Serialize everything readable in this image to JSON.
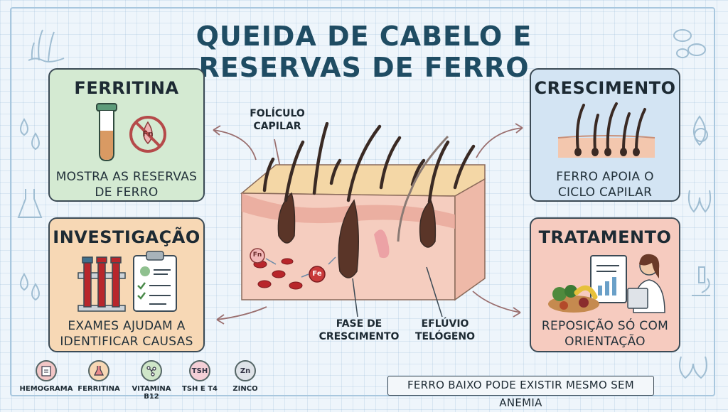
{
  "title": {
    "line1": "QUEIDA DE CABELO E",
    "line2": "RESERVAS DE FERRO"
  },
  "cards": {
    "ferritina": {
      "heading": "FERRITINA",
      "desc_line1": "MOSTRA AS RESERVAS",
      "desc_line2": "DE FERRO",
      "icon_text": "Fn",
      "bg": "#d4ead2"
    },
    "crescimento": {
      "heading": "CRESCIMENTO",
      "desc_line1": "FERRO APOIA O",
      "desc_line2": "CICLO CAPILAR",
      "bg": "#d3e4f3"
    },
    "investigacao": {
      "heading": "INVESTIGAÇÃO",
      "desc_line1": "EXAMES AJUDAM A",
      "desc_line2": "IDENTIFICAR CAUSAS",
      "bg": "#f7d8b5"
    },
    "tratamento": {
      "heading": "TRATAMENTO",
      "desc_line1": "REPOSIÇÃO SÓ COM",
      "desc_line2": "ORIENTAÇÃO",
      "bg": "#f6cbbf"
    }
  },
  "diagram": {
    "folicle_line1": "FOLÍCULO",
    "folicle_line2": "CAPILAR",
    "growth_line1": "FASE DE",
    "growth_line2": "CRESCIMENTO",
    "telogen_line1": "EFLÚVIO",
    "telogen_line2": "TELÓGENO",
    "cell_fn": "Fn",
    "cell_fe": "Fe"
  },
  "tests": [
    {
      "label": "HEMOGRAMA",
      "icon": "clipboard-icon",
      "color": "#f2c6c6"
    },
    {
      "label": "FERRITINA",
      "icon": "flask-icon",
      "color": "#f7d8b5"
    },
    {
      "label": "VITAMINA B12",
      "icon": "molecule-icon",
      "color": "#cfe6c8"
    },
    {
      "label": "TSH E T4",
      "icon": "TSH",
      "color": "#f4cfd6"
    },
    {
      "label": "ZINCO",
      "icon": "Zn",
      "color": "#dfe3e8"
    }
  ],
  "note": "FERRO BAIXO PODE EXISTIR MESMO SEM ANEMIA"
}
